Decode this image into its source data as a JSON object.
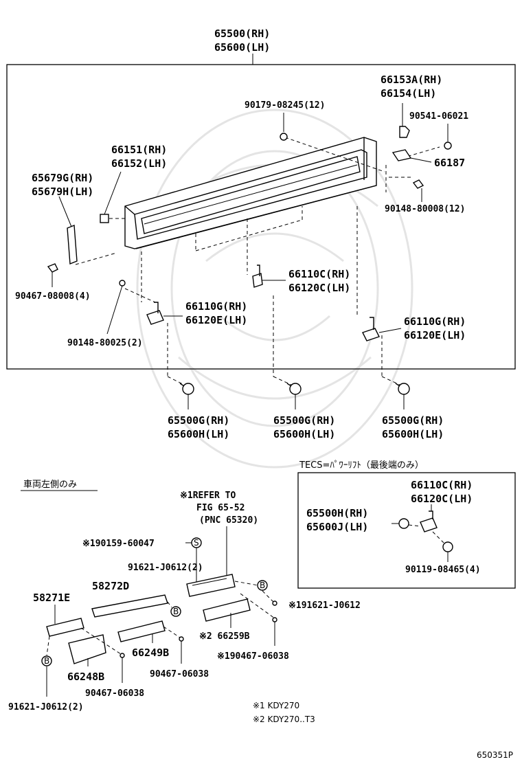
{
  "labels": {
    "main_rh": "65500(RH)",
    "main_lh": "65600(LH)",
    "p66153a_rh": "66153A(RH)",
    "p66154_lh": "66154(LH)",
    "p90179": "90179-08245(12)",
    "p90541": "90541-06021",
    "p66187": "66187",
    "p66151_rh": "66151(RH)",
    "p66152_lh": "66152(LH)",
    "p65679g_rh": "65679G(RH)",
    "p65679h_lh": "65679H(LH)",
    "p90148_12": "90148-80008(12)",
    "p66110c_rh": "66110C(RH)",
    "p66120c_lh": "66120C(LH)",
    "p90467_4": "90467-08008(4)",
    "p66110g_rh_a": "66110G(RH)",
    "p66120e_lh_a": "66120E(LH)",
    "p66110g_rh_b": "66110G(RH)",
    "p66120e_lh_b": "66120E(LH)",
    "p90148_2": "90148-80025(2)",
    "b1_rh": "65500G(RH)",
    "b1_lh": "65600H(LH)",
    "b2_rh": "65500G(RH)",
    "b2_lh": "65600H(LH)",
    "b3_rh": "65500G(RH)",
    "b3_lh": "65600H(LH)",
    "left_side_only": "車両左側のみ",
    "tecs_title": "TECS=ﾊﾟﾜｰﾘﾌﾄ（最後端のみ）",
    "tecs_66110c_rh": "66110C(RH)",
    "tecs_66120c_lh": "66120C(LH)",
    "tecs_65500h_rh": "65500H(RH)",
    "tecs_65600j_lh": "65600J(LH)",
    "tecs_90119": "90119-08465(4)",
    "refer_1": "※1REFER TO",
    "refer_2": "FIG 65-52",
    "refer_3": "(PNC 65320)",
    "p90159": "※190159-60047",
    "p91621_2_top": "91621-J0612(2)",
    "p91621_star": "※191621-J0612",
    "p58272d": "58272D",
    "p58271e": "58271E",
    "p66259b": "※2 66259B",
    "p90467_star": "※190467-06038",
    "p66249b": "66249B",
    "p90467_a": "90467-06038",
    "p66248b": "66248B",
    "p90467_b": "90467-06038",
    "p91621_2_bottom": "91621-J0612(2)",
    "note1": "※1 KDY270",
    "note2": "※2 KDY270..T3",
    "marker_s": "S",
    "marker_b": "B",
    "figure_id": "650351P"
  }
}
